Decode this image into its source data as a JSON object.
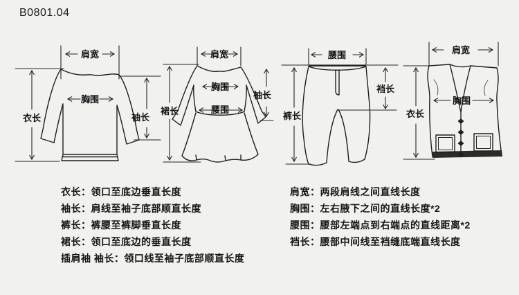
{
  "page": {
    "code": "B0801.04",
    "background_color": "#f1f1ef",
    "ink_color": "#1f1f1e"
  },
  "diagrams": {
    "sweater": {
      "shoulder": "肩宽",
      "chest": "胸围",
      "body_length": "衣长",
      "sleeve_length": "袖长"
    },
    "dress": {
      "shoulder": "肩宽",
      "chest": "胸围",
      "waist": "腰围",
      "skirt_length": "裙长",
      "sleeve_length": "袖长"
    },
    "pants": {
      "waist": "腰围",
      "crotch_length": "裆长",
      "pants_length": "裤长"
    },
    "vest": {
      "shoulder": "肩宽",
      "chest": "胸围",
      "body_length": "衣长"
    }
  },
  "definitions": {
    "left": [
      "衣长：领口至底边垂直长度",
      "袖长：肩线至袖子底部顺直长度",
      "裤长：裤腰至裤脚垂直长度",
      "裙长：领口至底边的垂直长度",
      "插肩袖 袖长：领口线至袖子底部顺直长度"
    ],
    "right": [
      "肩宽：两段肩线之间直线长度",
      "胸围：左右腋下之间的直线长度*2",
      "腰围：腰部左端点到右端点的直线距离*2",
      "裆长：腰部中间线至裆缝底端直线长度"
    ]
  }
}
